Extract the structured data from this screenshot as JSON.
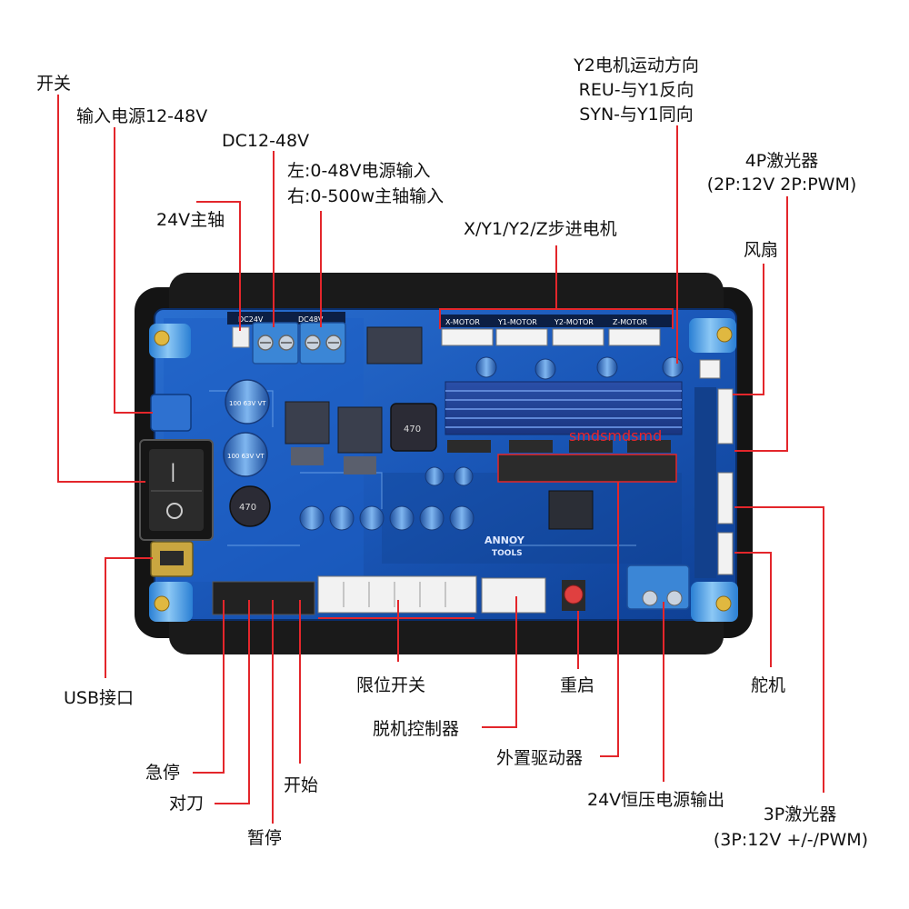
{
  "labels": {
    "switch": "开关",
    "power_input": "输入电源12-48V",
    "dc_voltage": "DC12-48V",
    "terminal_left": "左:0-48V电源输入",
    "terminal_right": "右:0-500w主轴输入",
    "spindle_24v": "24V主轴",
    "steppers": "X/Y1/Y2/Z步进电机",
    "y2_direction": "Y2电机运动方向",
    "y2_reu": "REU-与Y1反向",
    "y2_syn": "SYN-与Y1同向",
    "laser_4p": "4P激光器",
    "laser_4p_pins": "(2P:12V 2P:PWM)",
    "fan": "风扇",
    "usb": "USB接口",
    "limit_switch": "限位开关",
    "reset": "重启",
    "servo": "舵机",
    "offline_controller": "脱机控制器",
    "external_driver": "外置驱动器",
    "estop": "急停",
    "start": "开始",
    "tool_setting": "对刀",
    "output_24v": "24V恒压电源输出",
    "pause": "暂停",
    "laser_3p": "3P激光器",
    "laser_3p_pins": "(3P:12V +/-/PWM)"
  },
  "board": {
    "dc24v_label": "DC24V",
    "dc48v_label": "DC48V",
    "motor_labels": [
      "X-MOTOR",
      "Y1-MOTOR",
      "Y2-MOTOR",
      "Z-MOTOR"
    ],
    "logo_top": "ANNOY",
    "logo_bottom": "TOOLS",
    "cap_labels": [
      "100 63V VT",
      "100 63V VT"
    ],
    "inductor_label": "470",
    "inductor_label_2": "470"
  },
  "watermark": "smdsmdsmd",
  "colors": {
    "annotation_line": "#e3262b",
    "pcb_blue": "#1a57b8",
    "pcb_dark": "#0b2f6e",
    "standoff": "#4fa7ea",
    "frame": "#141414"
  }
}
